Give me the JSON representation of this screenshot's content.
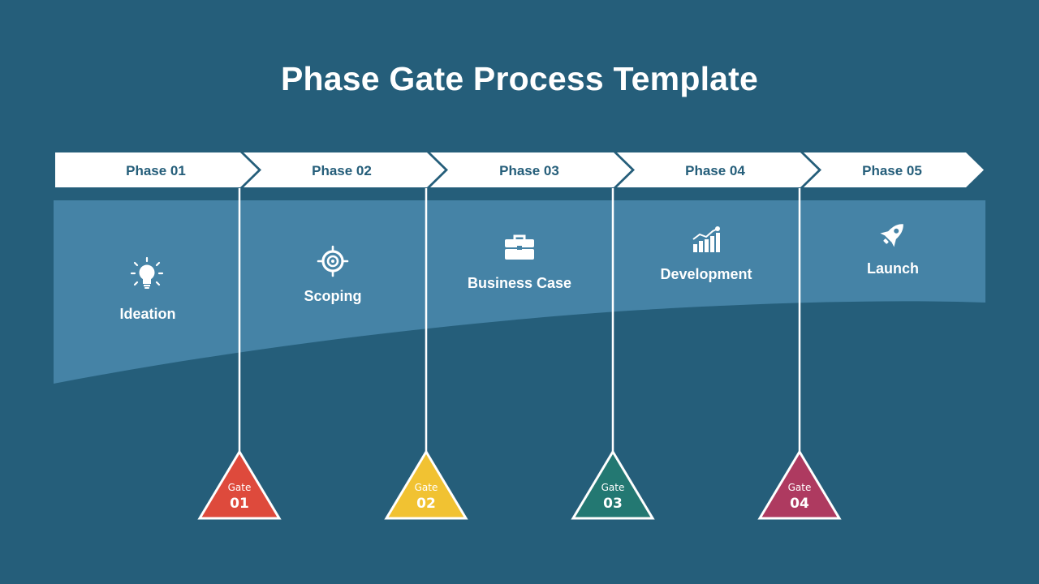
{
  "title": "Phase Gate Process Template",
  "colors": {
    "background": "#255e7a",
    "band": "#4583a6",
    "chevron": "#ffffff",
    "chevron_text": "#255e7a"
  },
  "phases": [
    {
      "label": "Phase 01",
      "stage": "Ideation",
      "icon": "lightbulb-icon"
    },
    {
      "label": "Phase 02",
      "stage": "Scoping",
      "icon": "target-icon"
    },
    {
      "label": "Phase 03",
      "stage": "Business Case",
      "icon": "briefcase-icon"
    },
    {
      "label": "Phase 04",
      "stage": "Development",
      "icon": "bar-chart-growth-icon"
    },
    {
      "label": "Phase 05",
      "stage": "Launch",
      "icon": "rocket-icon"
    }
  ],
  "gates": [
    {
      "label": "Gate",
      "number": "01",
      "color": "#de4a3c"
    },
    {
      "label": "Gate",
      "number": "02",
      "color": "#f1c232"
    },
    {
      "label": "Gate",
      "number": "03",
      "color": "#237872"
    },
    {
      "label": "Gate",
      "number": "04",
      "color": "#ae3a60"
    }
  ]
}
